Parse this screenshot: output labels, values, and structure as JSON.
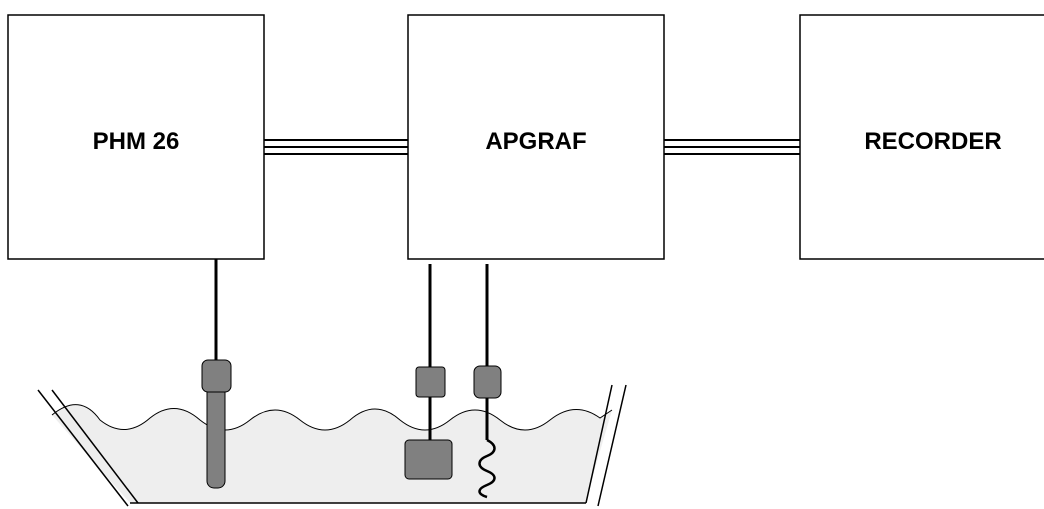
{
  "blocks": [
    {
      "id": "phm26",
      "label": "PHM 26"
    },
    {
      "id": "apgraf",
      "label": "APGRAF"
    },
    {
      "id": "recorder",
      "label": "RECORDER"
    }
  ],
  "colors": {
    "stroke": "#000000",
    "box_fill": "#ffffff",
    "liquid": "#eeeeee",
    "probe": "#808080"
  }
}
